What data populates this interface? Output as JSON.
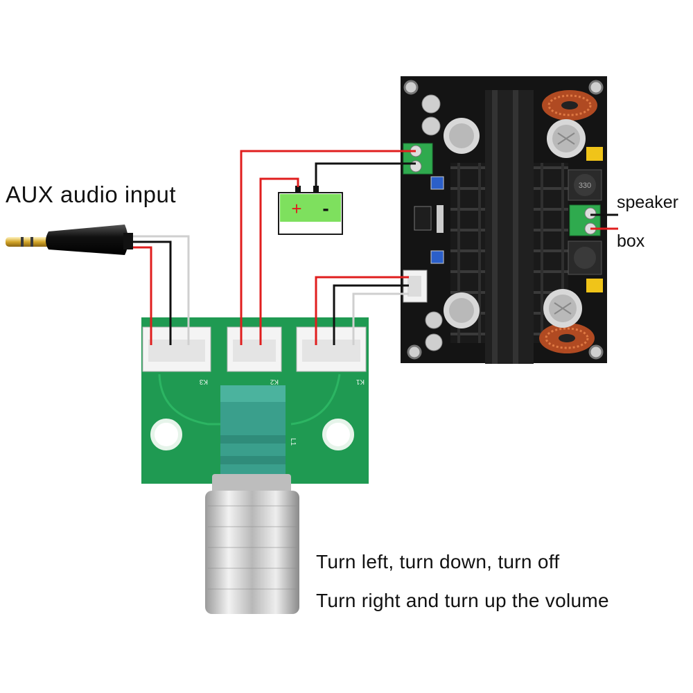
{
  "labels": {
    "aux_input": "AUX audio input",
    "speaker": "speaker",
    "box": "box",
    "instruction_left": "Turn left, turn down, turn off",
    "instruction_right": "Turn right and turn up the volume"
  },
  "battery": {
    "plus": "+",
    "minus": "-"
  },
  "connectors": {
    "k1": "K1",
    "k2": "K2",
    "k3": "K3",
    "pot": "L1"
  },
  "amp_board": {
    "inductor_marking": "330"
  },
  "colors": {
    "wire_red": "#e01e1e",
    "wire_black": "#111111",
    "wire_white": "#cfcfcf",
    "pcb_green": "#1f9a52",
    "amp_pcb": "#151515",
    "battery_green": "#7ee05e",
    "terminal_green": "#2faa4e",
    "pot_teal": "#3a9f8c"
  }
}
